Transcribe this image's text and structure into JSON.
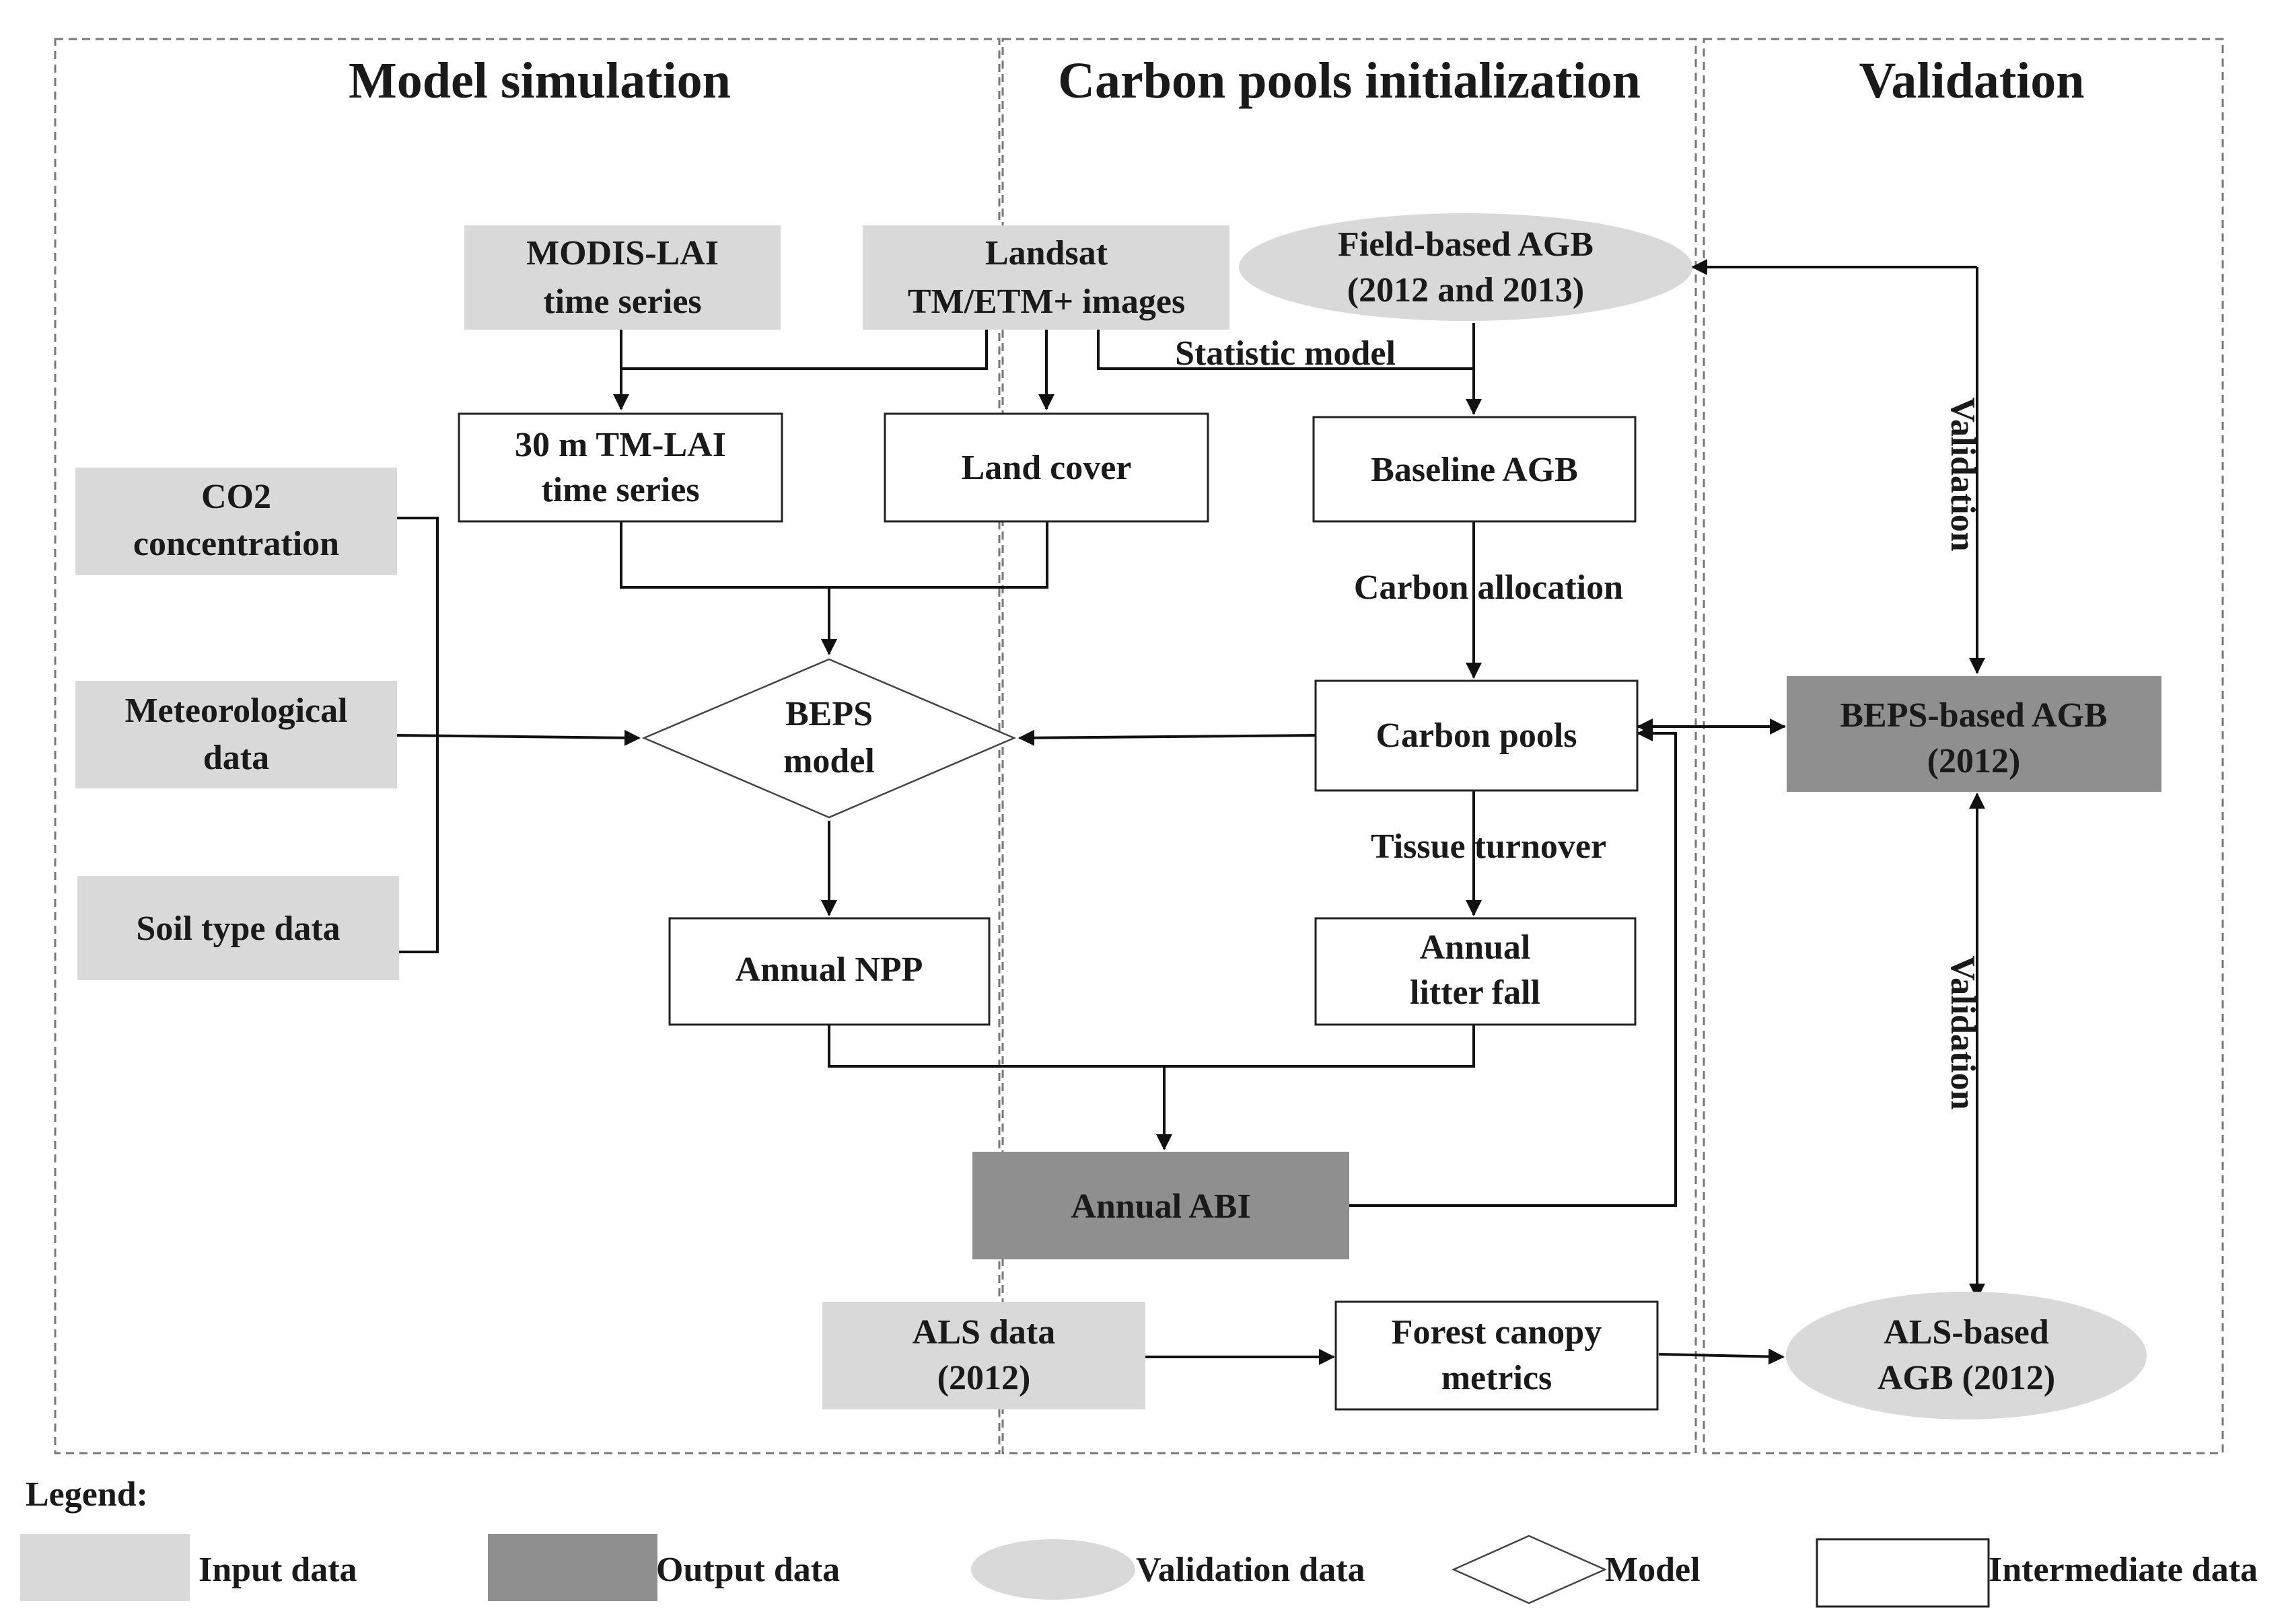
{
  "sections": {
    "model_simulation": "Model simulation",
    "carbon_pools_init": "Carbon pools initialization",
    "validation": "Validation"
  },
  "nodes": {
    "modis_lai": [
      "MODIS-LAI",
      "time series"
    ],
    "landsat": [
      "Landsat",
      "TM/ETM+ images"
    ],
    "field_agb": [
      "Field-based AGB",
      "(2012 and 2013)"
    ],
    "tm_lai": [
      "30 m TM-LAI",
      "time series"
    ],
    "land_cover": [
      "Land cover"
    ],
    "baseline_agb": [
      "Baseline  AGB"
    ],
    "co2": [
      "CO2",
      "concentration"
    ],
    "meteorological": [
      "Meteorological",
      "data"
    ],
    "soil": [
      "Soil type data"
    ],
    "beps_model": [
      "BEPS",
      "model"
    ],
    "carbon_pools": [
      "Carbon pools"
    ],
    "beps_agb": [
      "BEPS-based AGB",
      "(2012)"
    ],
    "annual_npp": [
      "Annual NPP"
    ],
    "annual_litter": [
      "Annual",
      "litter  fall"
    ],
    "annual_abi": [
      "Annual  ABI"
    ],
    "als_data": [
      "ALS data",
      "(2012)"
    ],
    "forest_canopy": [
      "Forest canopy",
      "metrics"
    ],
    "als_agb": [
      "ALS-based",
      "AGB (2012)"
    ]
  },
  "edge_labels": {
    "statistic_model": "Statistic model",
    "carbon_allocation": "Carbon allocation",
    "tissue_turnover": "Tissue turnover",
    "validation_top": "Validation",
    "validation_bottom": "Validation"
  },
  "legend": {
    "title": "Legend:",
    "input": "Input data",
    "output": "Output data",
    "validation": "Validation data",
    "model": "Model",
    "intermediate": "Intermediate data"
  },
  "colors": {
    "input_fill": "#d9d9d9",
    "output_fill": "#8f8f8f",
    "validation_fill": "#d9d9d9",
    "line": "#111111"
  }
}
